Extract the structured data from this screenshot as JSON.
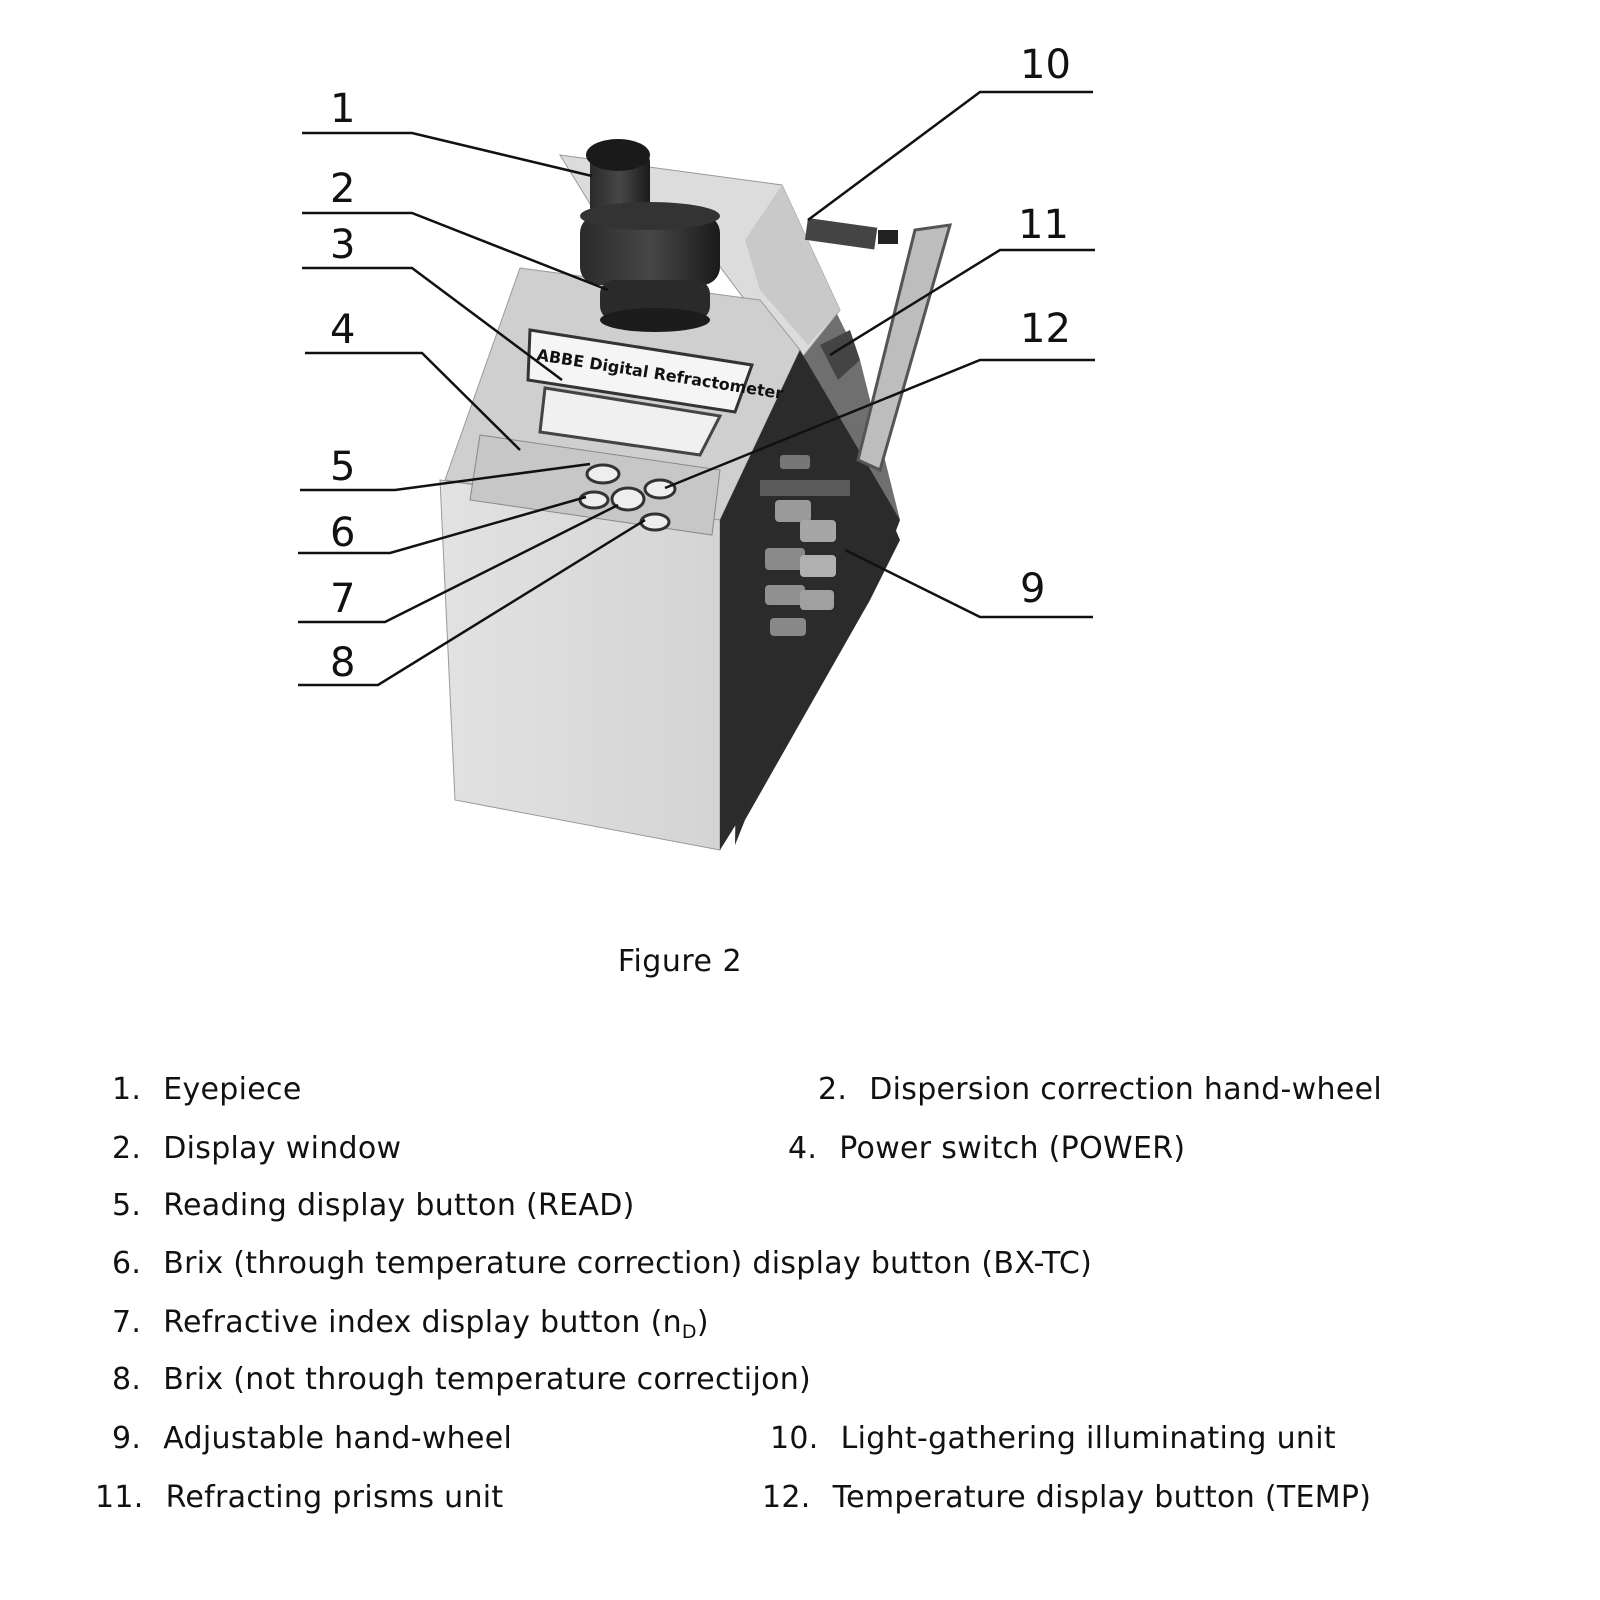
{
  "figure": {
    "device_label": "ABBE Digital Refractometer",
    "callouts": [
      "1",
      "2",
      "3",
      "4",
      "5",
      "6",
      "7",
      "8",
      "9",
      "10",
      "11",
      "12"
    ]
  },
  "caption": "Figure 2",
  "legend": [
    {
      "num": "1.",
      "text": "Eyepiece"
    },
    {
      "num": "2.",
      "text": "Dispersion correction hand-wheel"
    },
    {
      "num": "2.",
      "text": "Display window"
    },
    {
      "num": "4.",
      "text": "Power switch (POWER)"
    },
    {
      "num": "5.",
      "text": "Reading display button (READ)"
    },
    {
      "num": "6.",
      "text": "Brix (through temperature correction) display button (BX-TC)"
    },
    {
      "num": "7.",
      "text": "Refractive index display button (n",
      "sub": "D",
      "suffix": ")"
    },
    {
      "num": "8.",
      "text": "Brix (not through temperature correctijon)"
    },
    {
      "num": "9.",
      "text": "Adjustable hand-wheel"
    },
    {
      "num": "10.",
      "text": "Light-gathering illuminating unit"
    },
    {
      "num": "11.",
      "text": "Refracting prisms unit"
    },
    {
      "num": "12.",
      "text": "Temperature display button (TEMP)"
    }
  ]
}
